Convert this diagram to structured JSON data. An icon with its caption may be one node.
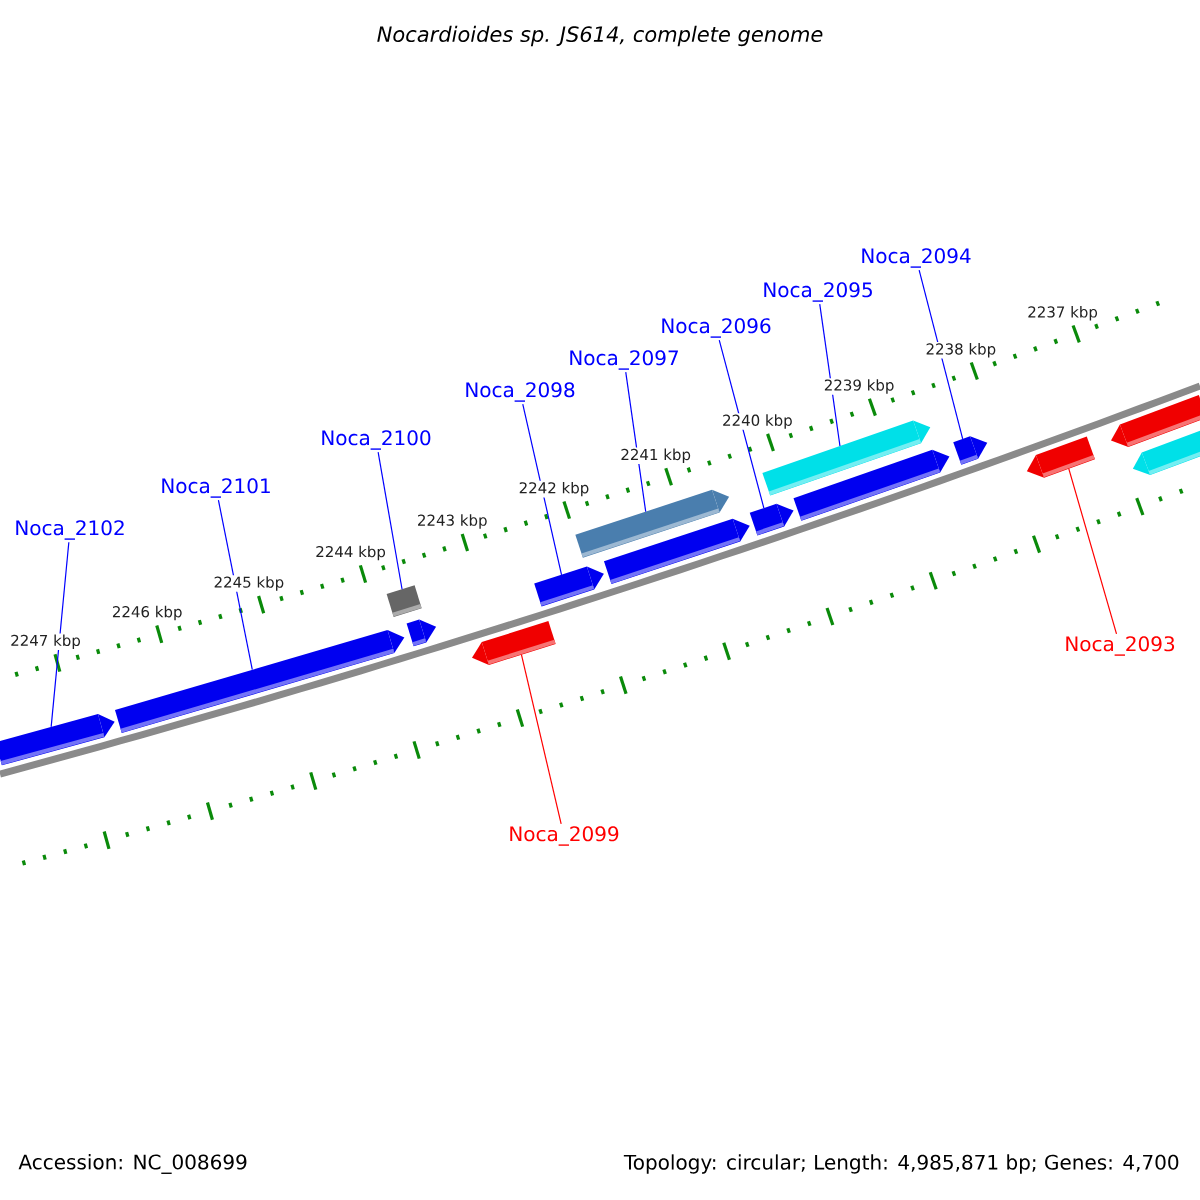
{
  "diagram": {
    "title": "Nocardioides sp. JS614, complete genome",
    "nodes": [
      {
        "text": [
          "Noca_2094"
        ]
      },
      {
        "text": [
          "Noca_2095"
        ]
      },
      {
        "text": [
          "Noca_2096"
        ]
      },
      {
        "text": [
          "Noca_2097"
        ]
      },
      {
        "text": [
          "Noca_2098"
        ]
      },
      {
        "text": [
          "Noca_2100"
        ]
      },
      {
        "text": [
          "Noca_2101"
        ]
      },
      {
        "text": [
          "Noca_2102"
        ]
      },
      {
        "text": [
          "Noca_2093"
        ]
      },
      {
        "text": [
          "Noca_2099"
        ]
      },
      {
        "text": [],
        "shape": "bar"
      },
      {
        "text": [],
        "shape": "bar"
      },
      {
        "text": [],
        "shape": "box"
      },
      {
        "text": [],
        "shape": "bar"
      },
      {
        "text": [],
        "shape": "bar"
      },
      {
        "text": [],
        "shape": "bar"
      },
      {
        "text": [],
        "shape": "bar"
      },
      {
        "text": [],
        "shape": "bar"
      },
      {
        "text": [],
        "shape": "bar"
      },
      {
        "text": [],
        "shape": "bar"
      },
      {
        "text": [],
        "shape": "bar"
      },
      {
        "text": [],
        "shape": "bar"
      },
      {
        "text": [],
        "shape": "bar"
      },
      {
        "text": [],
        "shape": "bar"
      },
      {
        "text": [],
        "shape": "bar"
      }
    ],
    "edges": [
      {
        "from": 0,
        "to": 21,
        "arrow": "none"
      },
      {
        "from": 1,
        "to": 19,
        "arrow": "none"
      },
      {
        "from": 2,
        "to": 18,
        "arrow": "none"
      },
      {
        "from": 3,
        "to": 16,
        "arrow": "none"
      },
      {
        "from": 4,
        "to": 15,
        "arrow": "none"
      },
      {
        "from": 5,
        "to": 12,
        "arrow": "none"
      },
      {
        "from": 6,
        "to": 11,
        "arrow": "none"
      },
      {
        "from": 7,
        "to": 10,
        "arrow": "none"
      },
      {
        "from": 8,
        "to": 22,
        "arrow": "none",
        "color": "#ff0000"
      },
      {
        "from": 9,
        "to": 14,
        "arrow": "none",
        "color": "#ff0000"
      }
    ],
    "labels": [
      "2237 kbp",
      "2238 kbp",
      "2239 kbp",
      "2240 kbp",
      "2241 kbp",
      "2242 kbp",
      "2243 kbp",
      "2244 kbp",
      "2245 kbp",
      "2246 kbp",
      "2247 kbp",
      "Accession: NC_008699",
      "Topology: circular; Length: 4,985,871 bp; Genes: 4,700"
    ]
  }
}
